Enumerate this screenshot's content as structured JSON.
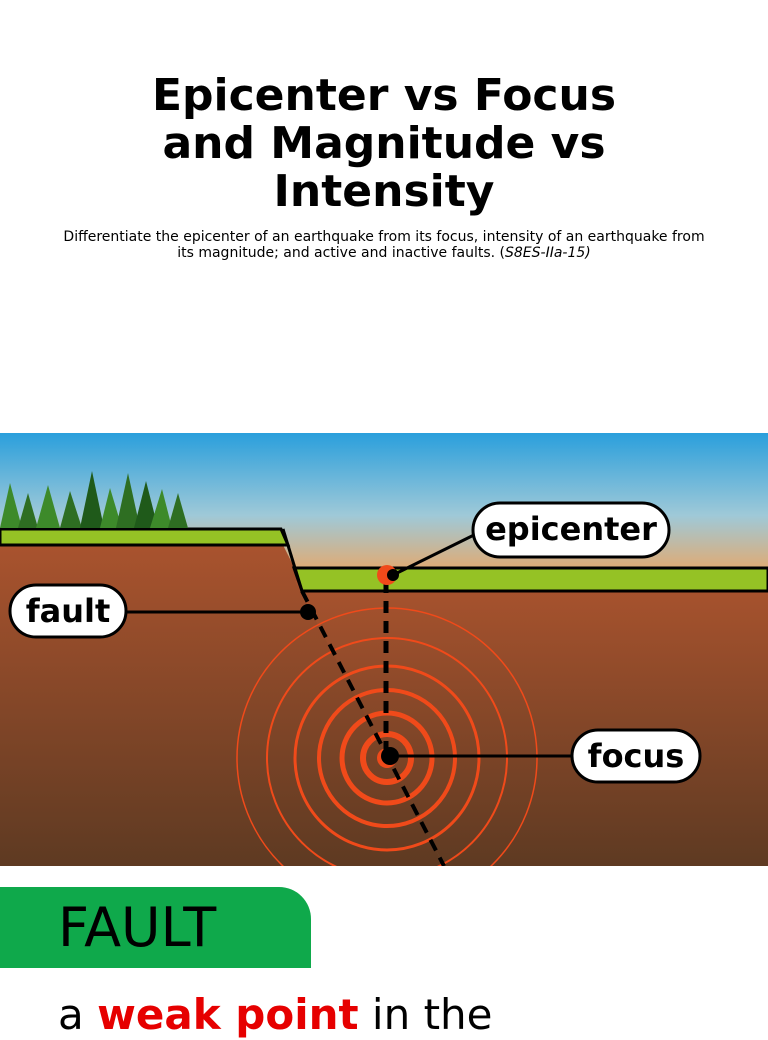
{
  "title": {
    "line1": "Epicenter vs Focus",
    "line2": "and Magnitude vs",
    "line3": "Intensity"
  },
  "subtitle": {
    "text": "Differentiate the epicenter of an earthquake from its focus, intensity of an earthquake from its magnitude; and active and inactive faults. (",
    "code": "S8ES-IIa-15)"
  },
  "diagram": {
    "labels": {
      "epicenter": "epicenter",
      "fault": "fault",
      "focus": "focus"
    },
    "colors": {
      "sky_top": "#2a9fdc",
      "sky_bottom": "#f0a35a",
      "grass": "#95c225",
      "earth_top": "#a9532e",
      "earth_bottom": "#5e3a22",
      "wave": "#f04a1a"
    }
  },
  "section": {
    "heading": "FAULT",
    "heading_color": "#0fa94b"
  },
  "definition": {
    "pre": "a ",
    "highlight": "weak point",
    "post": " in the"
  }
}
